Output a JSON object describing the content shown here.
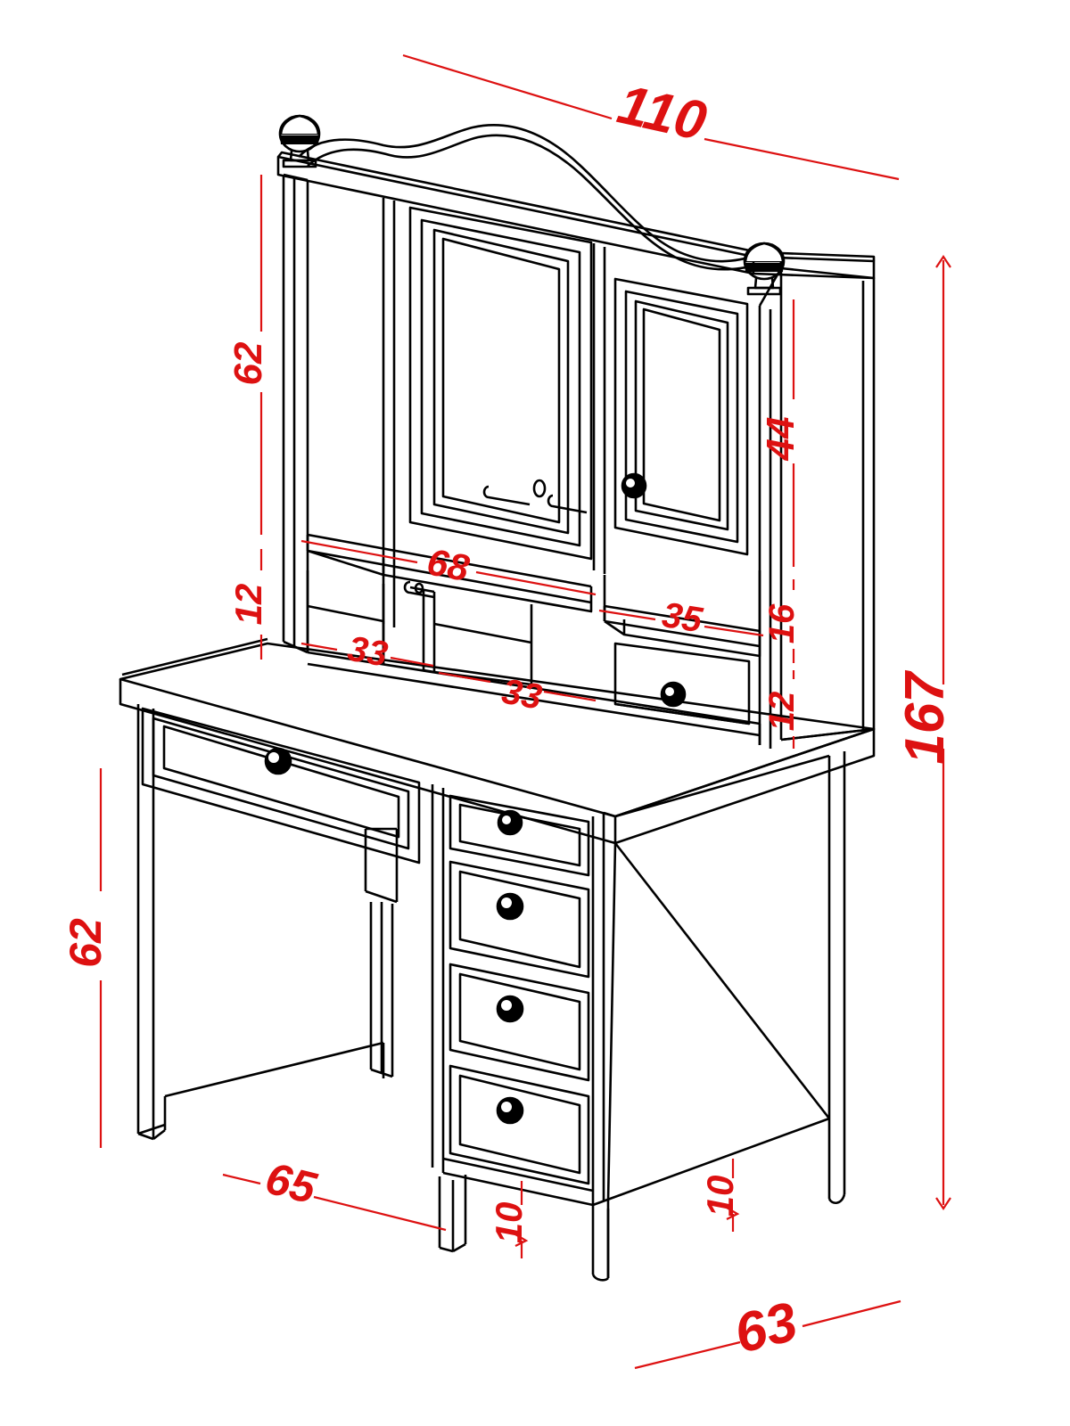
{
  "drawing": {
    "title": "Desk with Hutch - Dimensioned Isometric Drawing",
    "unit_system": "centimeters",
    "line_color": "#000000",
    "dimension_color": "#dd1111",
    "background": "#ffffff"
  },
  "dimensions": {
    "overall_width": "110",
    "overall_height": "167",
    "overall_depth": "63",
    "hutch_height": "62",
    "hutch_base_gap": "12",
    "hutch_mirror_width": "68",
    "hutch_door_height": "44",
    "hutch_shelf_height": "16",
    "hutch_drawer_height": "12",
    "hutch_side_shelf_width": "35",
    "desk_opening_left": "33",
    "desk_opening_center": "33",
    "desk_height": "62",
    "desk_width": "65",
    "leg_height_front": "10",
    "leg_height_back": "10"
  },
  "parts": {
    "crown_label": "scalloped-crown-molding",
    "finial_left": "ball-finial-left",
    "finial_right": "ball-finial-right",
    "mirror_panel": "mirror-panel",
    "cabinet_door": "cabinet-door",
    "cabinet_door_knob": "door-knob",
    "hutch_shelf": "hutch-shelf",
    "hutch_small_drawer": "hutch-small-drawer",
    "desk_top": "desk-top",
    "desk_center_drawer": "desk-center-drawer",
    "pedestal_drawer_1": "pedestal-drawer-1",
    "pedestal_drawer_2": "pedestal-drawer-2",
    "pedestal_drawer_3": "pedestal-drawer-3",
    "pedestal_drawer_4": "pedestal-drawer-4",
    "leg_front_left": "leg-front-left",
    "leg_front_right": "leg-front-right",
    "leg_back_right": "leg-back-right"
  }
}
